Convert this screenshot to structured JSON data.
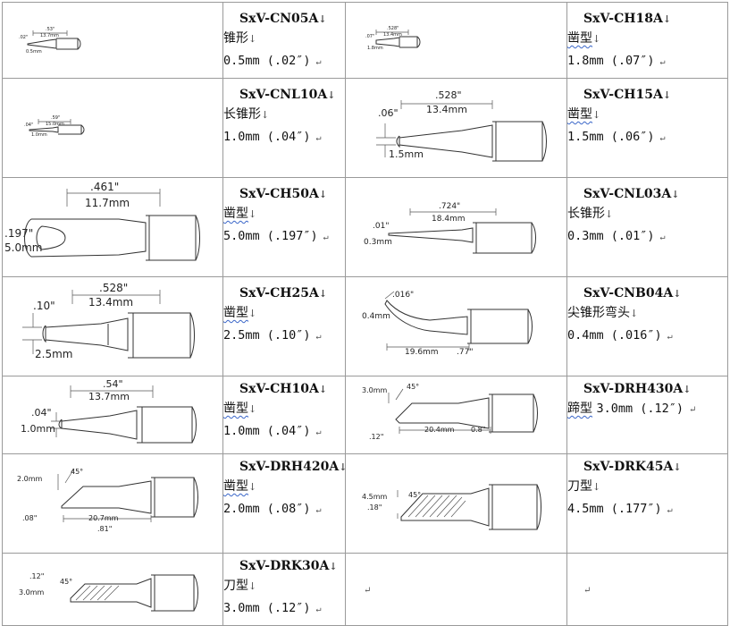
{
  "tips": [
    {
      "model": "SxV-CN05A",
      "shape": "锥形",
      "size": "0.5mm (.02″)",
      "dims": {
        "length_in": ".53\"",
        "length_mm": "13.7mm",
        "tip_in": ".02\"",
        "tip_mm": "0.5mm"
      }
    },
    {
      "model": "SxV-CH18A",
      "shape": "凿型",
      "size": "1.8mm (.07″)",
      "dims": {
        "length_in": ".528\"",
        "length_mm": "13.4mm",
        "tip_in": ".07\"",
        "tip_mm": "1.8mm"
      }
    },
    {
      "model": "SxV-CNL10A",
      "shape": "长锥形",
      "size": "1.0mm (.04″)",
      "dims": {
        "length_in": ".59\"",
        "length_mm": "15.0mm",
        "tip_in": ".04\"",
        "tip_mm": "1.0mm"
      }
    },
    {
      "model": "SxV-CH15A",
      "shape": "凿型",
      "size": "1.5mm (.06″)",
      "dims": {
        "length_in": ".528\"",
        "length_mm": "13.4mm",
        "tip_in": ".06\"",
        "tip_mm": "1.5mm"
      }
    },
    {
      "model": "SxV-CH50A",
      "shape": "凿型",
      "size": "5.0mm (.197″)",
      "dims": {
        "length_in": ".461\"",
        "length_mm": "11.7mm",
        "tip_in": ".197\"",
        "tip_mm": "5.0mm"
      }
    },
    {
      "model": "SxV-CNL03A",
      "shape": "长锥形",
      "size": "0.3mm (.01″)",
      "dims": {
        "length_in": ".724\"",
        "length_mm": "18.4mm",
        "tip_in": ".01\"",
        "tip_mm": "0.3mm"
      }
    },
    {
      "model": "SxV-CH25A",
      "shape": "凿型",
      "size": "2.5mm (.10″)",
      "dims": {
        "length_in": ".528\"",
        "length_mm": "13.4mm",
        "tip_in": ".10\"",
        "tip_mm": "2.5mm"
      }
    },
    {
      "model": "SxV-CNB04A",
      "shape": "尖锥形弯头",
      "size": "0.4mm (.016″)",
      "dims": {
        "tip_in": ".016\"",
        "tip_mm": "0.4mm",
        "length_mm": "19.6mm",
        "length_in": ".77\""
      }
    },
    {
      "model": "SxV-CH10A",
      "shape": "凿型",
      "size": "1.0mm (.04″)",
      "dims": {
        "length_in": ".54\"",
        "length_mm": "13.7mm",
        "tip_in": ".04\"",
        "tip_mm": "1.0mm"
      }
    },
    {
      "model": "SxV-DRH430A",
      "shape": "蹄型",
      "size": "3.0mm (.12″)",
      "dims": {
        "tip_mm": "3.0mm",
        "angle": "45°",
        "tip_in": ".12\"",
        "length_mm": "20.4mm",
        "length_in": "0.8\""
      }
    },
    {
      "model": "SxV-DRH420A",
      "shape": "凿型",
      "size": "2.0mm (.08″)",
      "dims": {
        "tip_mm": "2.0mm",
        "angle": "45°",
        "tip_in": ".08\"",
        "length_mm": "20.7mm",
        "length_in": ".81\""
      }
    },
    {
      "model": "SxV-DRK45A",
      "shape": "刀型",
      "size": "4.5mm (.177″)",
      "dims": {
        "tip_mm": "4.5mm",
        "angle": "45°",
        "tip_in": ".18\""
      }
    },
    {
      "model": "SxV-DRK30A",
      "shape": "刀型",
      "size": "3.0mm (.12″)",
      "dims": {
        "tip_in": ".12\"",
        "angle": "45°",
        "tip_mm": "3.0mm"
      }
    }
  ],
  "symbols": {
    "down_arrow": "↓",
    "return_mark": "↵"
  }
}
